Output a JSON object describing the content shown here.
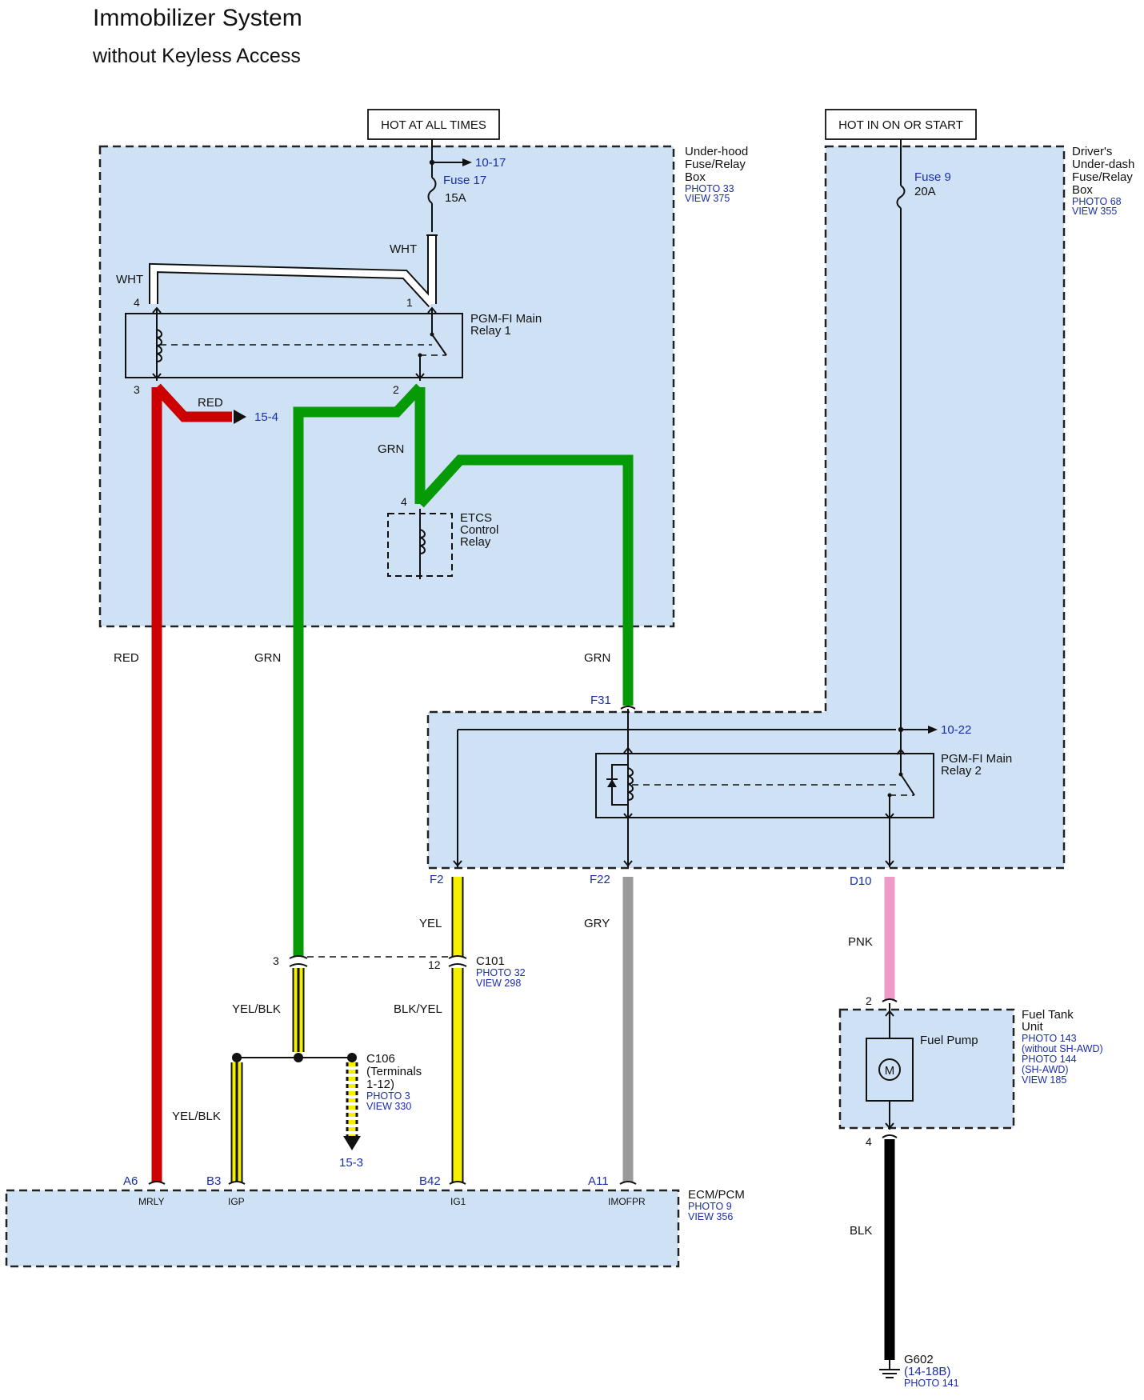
{
  "title": "Immobilizer System",
  "subtitle": "without Keyless Access",
  "power": {
    "hot_always": "HOT AT ALL TIMES",
    "hot_on": "HOT IN ON OR START"
  },
  "underhood_box": {
    "l1": "Under-hood",
    "l2": "Fuse/Relay",
    "l3": "Box",
    "photo": "PHOTO 33",
    "view": "VIEW 375"
  },
  "underdash_box": {
    "l1": "Driver's",
    "l2": "Under-dash",
    "l3": "Fuse/Relay",
    "l4": "Box",
    "photo": "PHOTO 68",
    "view": "VIEW 355"
  },
  "fuse17": {
    "ref": "10-17",
    "name": "Fuse 17",
    "rating": "15A"
  },
  "fuse9": {
    "name": "Fuse 9",
    "rating": "20A"
  },
  "relay1": {
    "l1": "PGM-FI Main",
    "l2": "Relay 1",
    "pin4": "4",
    "pin1": "1",
    "pin3": "3",
    "pin2": "2"
  },
  "relay2": {
    "l1": "PGM-FI Main",
    "l2": "Relay 2",
    "ref": "10-22"
  },
  "etcs": {
    "l1": "ETCS",
    "l2": "Control",
    "l3": "Relay",
    "pin": "4"
  },
  "wires": {
    "wht1": "WHT",
    "wht2": "WHT",
    "red1": "RED",
    "red2": "RED",
    "red_ref": "15-4",
    "grn1": "GRN",
    "grn2": "GRN",
    "grn3": "GRN",
    "yel": "YEL",
    "gry": "GRY",
    "pnk": "PNK",
    "yelblk1": "YEL/BLK",
    "blkyel": "BLK/YEL",
    "yelblk2": "YEL/BLK",
    "blk": "BLK"
  },
  "connectors": {
    "f31": "F31",
    "f2": "F2",
    "f22": "F22",
    "d10": "D10",
    "pin3": "3",
    "pin12": "12",
    "pump_pin2": "2",
    "pump_pin4": "4"
  },
  "c101": {
    "name": "C101",
    "photo": "PHOTO 32",
    "view": "VIEW 298"
  },
  "c106": {
    "name": "C106",
    "l2": "(Terminals",
    "l3": "1-12)",
    "photo": "PHOTO 3",
    "view": "VIEW 330",
    "ref": "15-3"
  },
  "fuel_tank": {
    "l1": "Fuel Tank",
    "l2": "Unit",
    "p1": "PHOTO 143",
    "p2": "(without SH-AWD)",
    "p3": "PHOTO 144",
    "p4": "(SH-AWD)",
    "v": "VIEW 185",
    "pump": "Fuel Pump",
    "motor": "M"
  },
  "ecm": {
    "name": "ECM/PCM",
    "photo": "PHOTO 9",
    "view": "VIEW 356",
    "pins": [
      {
        "id": "A6",
        "signal": "MRLY"
      },
      {
        "id": "B3",
        "signal": "IGP"
      },
      {
        "id": "B42",
        "signal": "IG1"
      },
      {
        "id": "A11",
        "signal": "IMOFPR"
      }
    ]
  },
  "ground": {
    "name": "G602",
    "ref": "(14-18B)",
    "photo": "PHOTO 141"
  },
  "colors": {
    "red": "#cc0000",
    "green": "#079a07",
    "yellow": "#f5ef00",
    "gray": "#9a9a9a",
    "pink": "#f09ac8",
    "black": "#000000",
    "box_fill": "#cfe2f5"
  }
}
